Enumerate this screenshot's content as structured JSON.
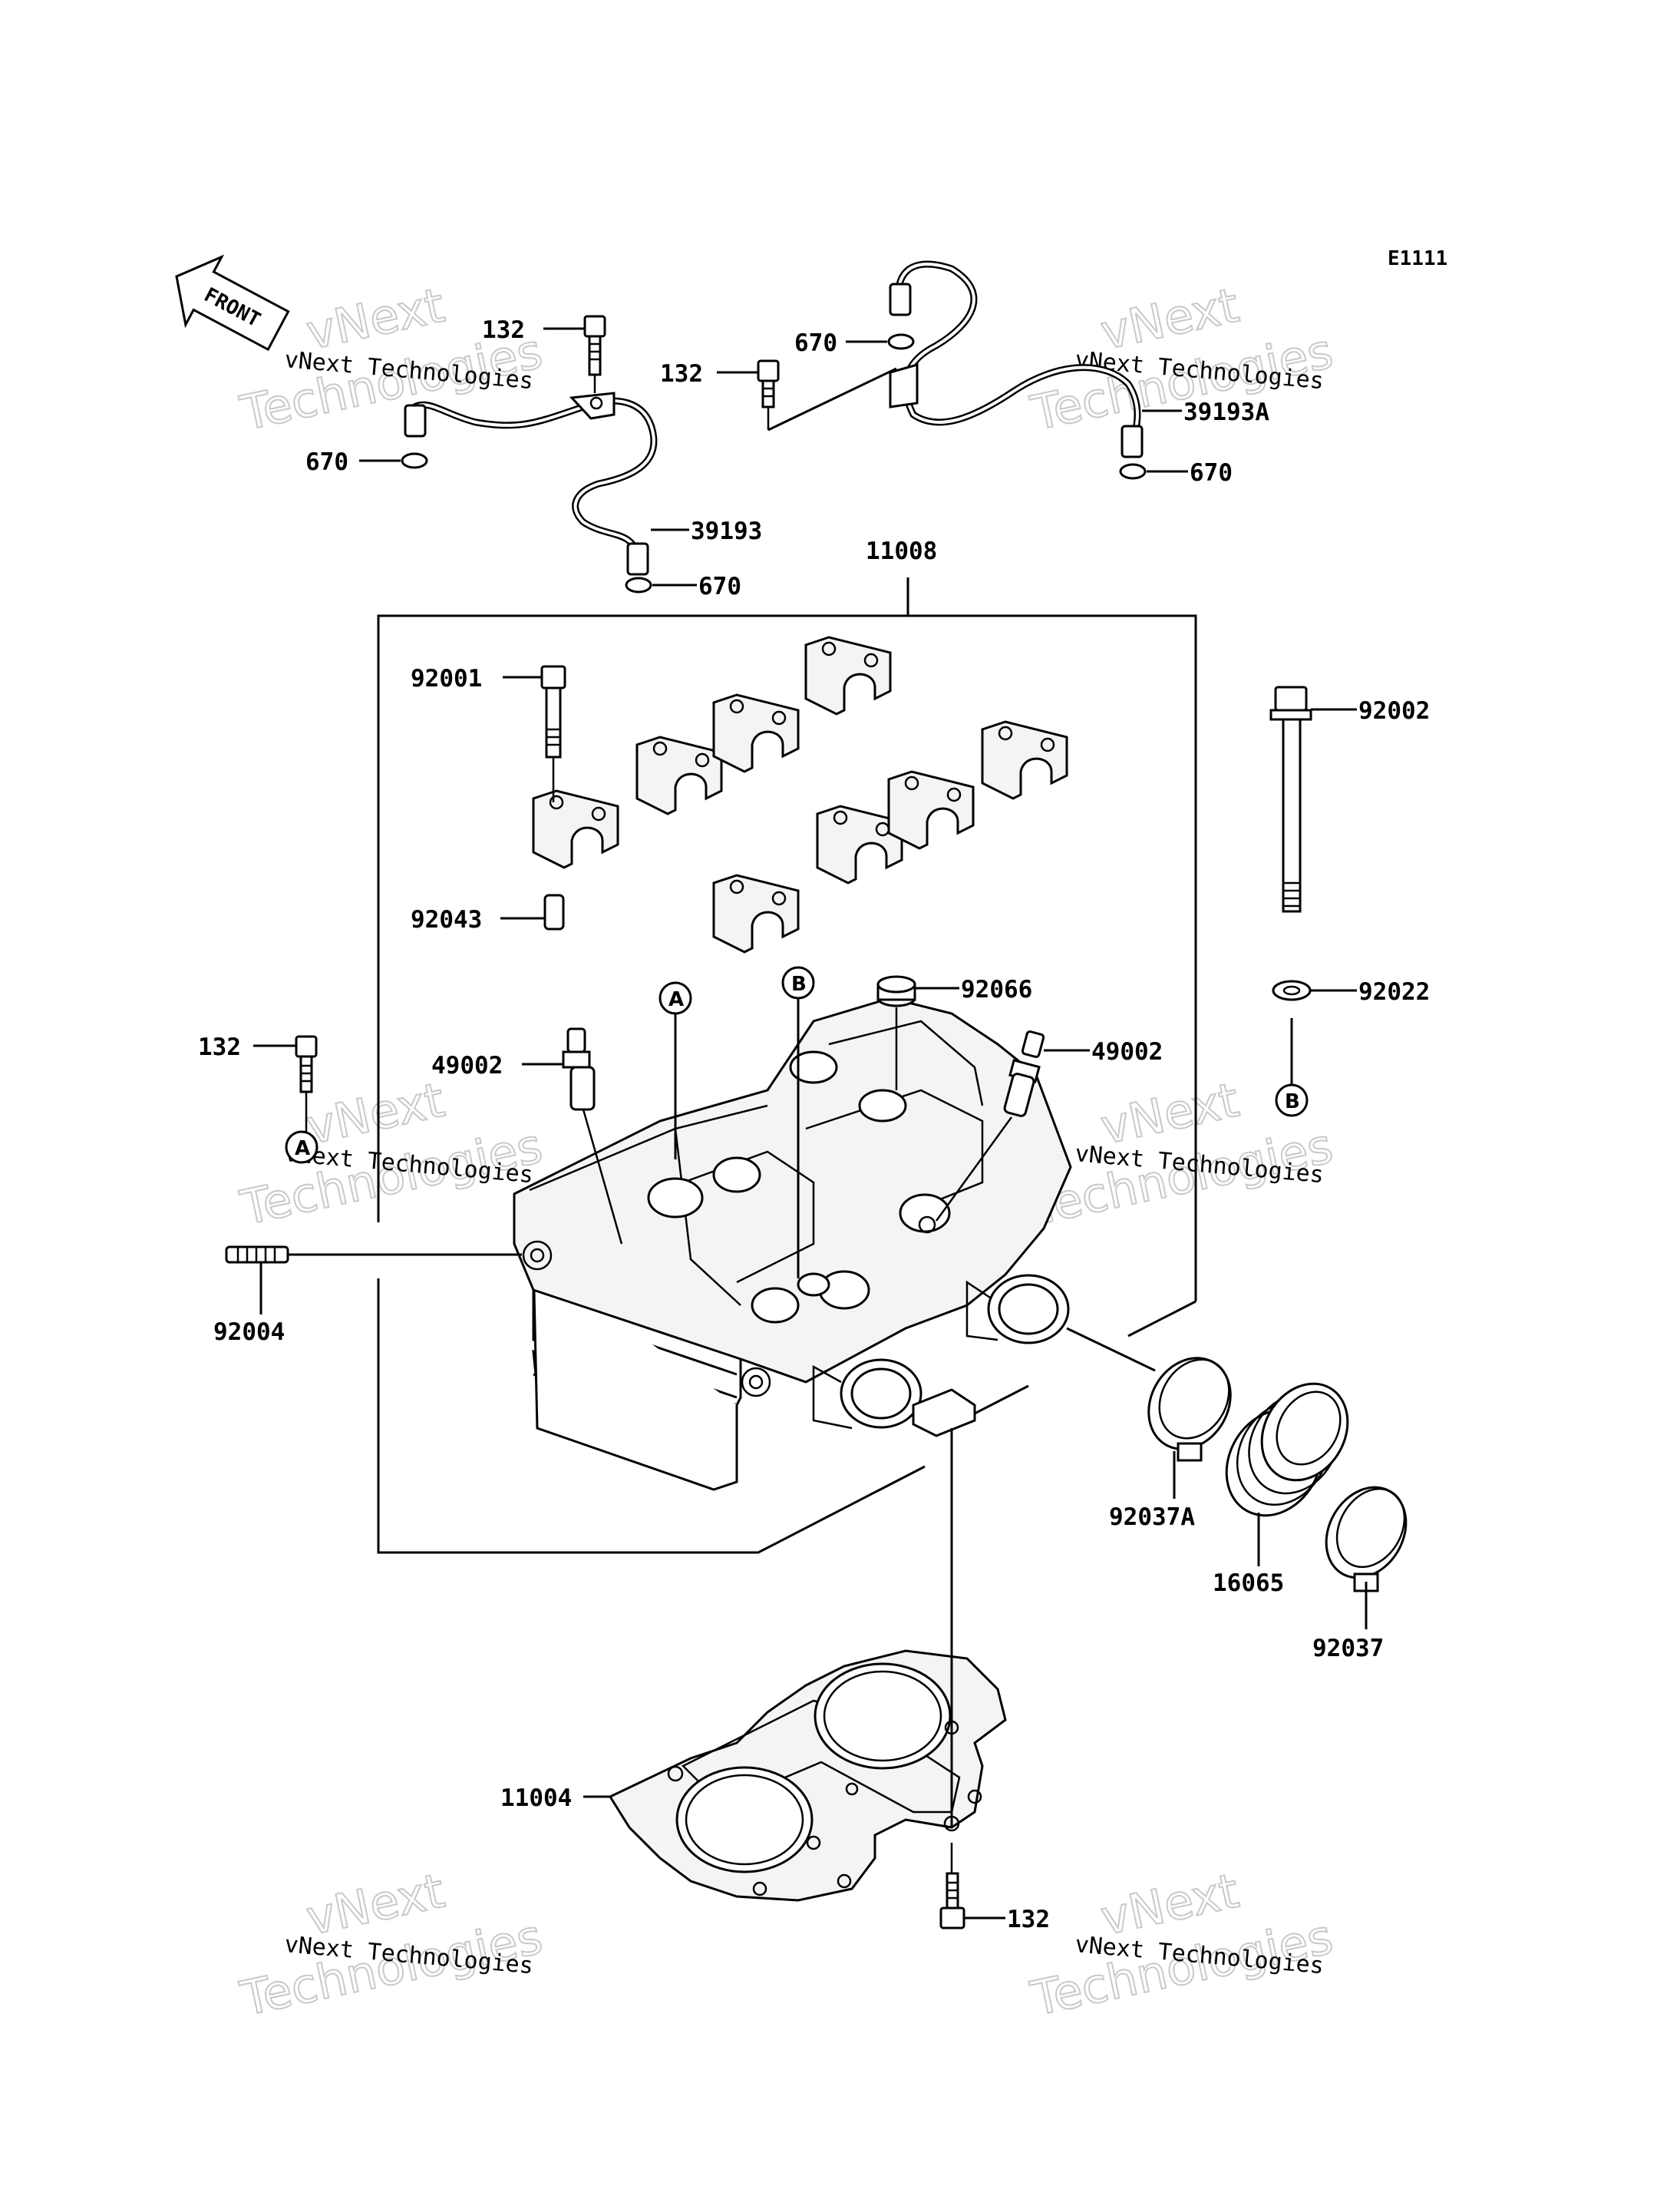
{
  "diagram_code": "E1111",
  "front_arrow_label": "FRONT",
  "watermark": {
    "small_text": "vNext Technologies",
    "big_line1": "vNext",
    "big_line2": "Technologies"
  },
  "reference_markers": {
    "a": "A",
    "b": "B"
  },
  "part_labels": {
    "p132_top_left": "132",
    "p670_top_left": "670",
    "p39193": "39193",
    "p670_bottom_left": "670",
    "p132_top_mid": "132",
    "p670_top_mid": "670",
    "p39193a": "39193A",
    "p670_right": "670",
    "p11008": "11008",
    "p92001": "92001",
    "p92043": "92043",
    "p92066": "92066",
    "p49002_left": "49002",
    "p49002_right": "49002",
    "p132_left": "132",
    "p92004": "92004",
    "p92002": "92002",
    "p92022": "92022",
    "p92037a": "92037A",
    "p16065": "16065",
    "p92037": "92037",
    "p11004": "11004",
    "p132_bottom": "132"
  }
}
